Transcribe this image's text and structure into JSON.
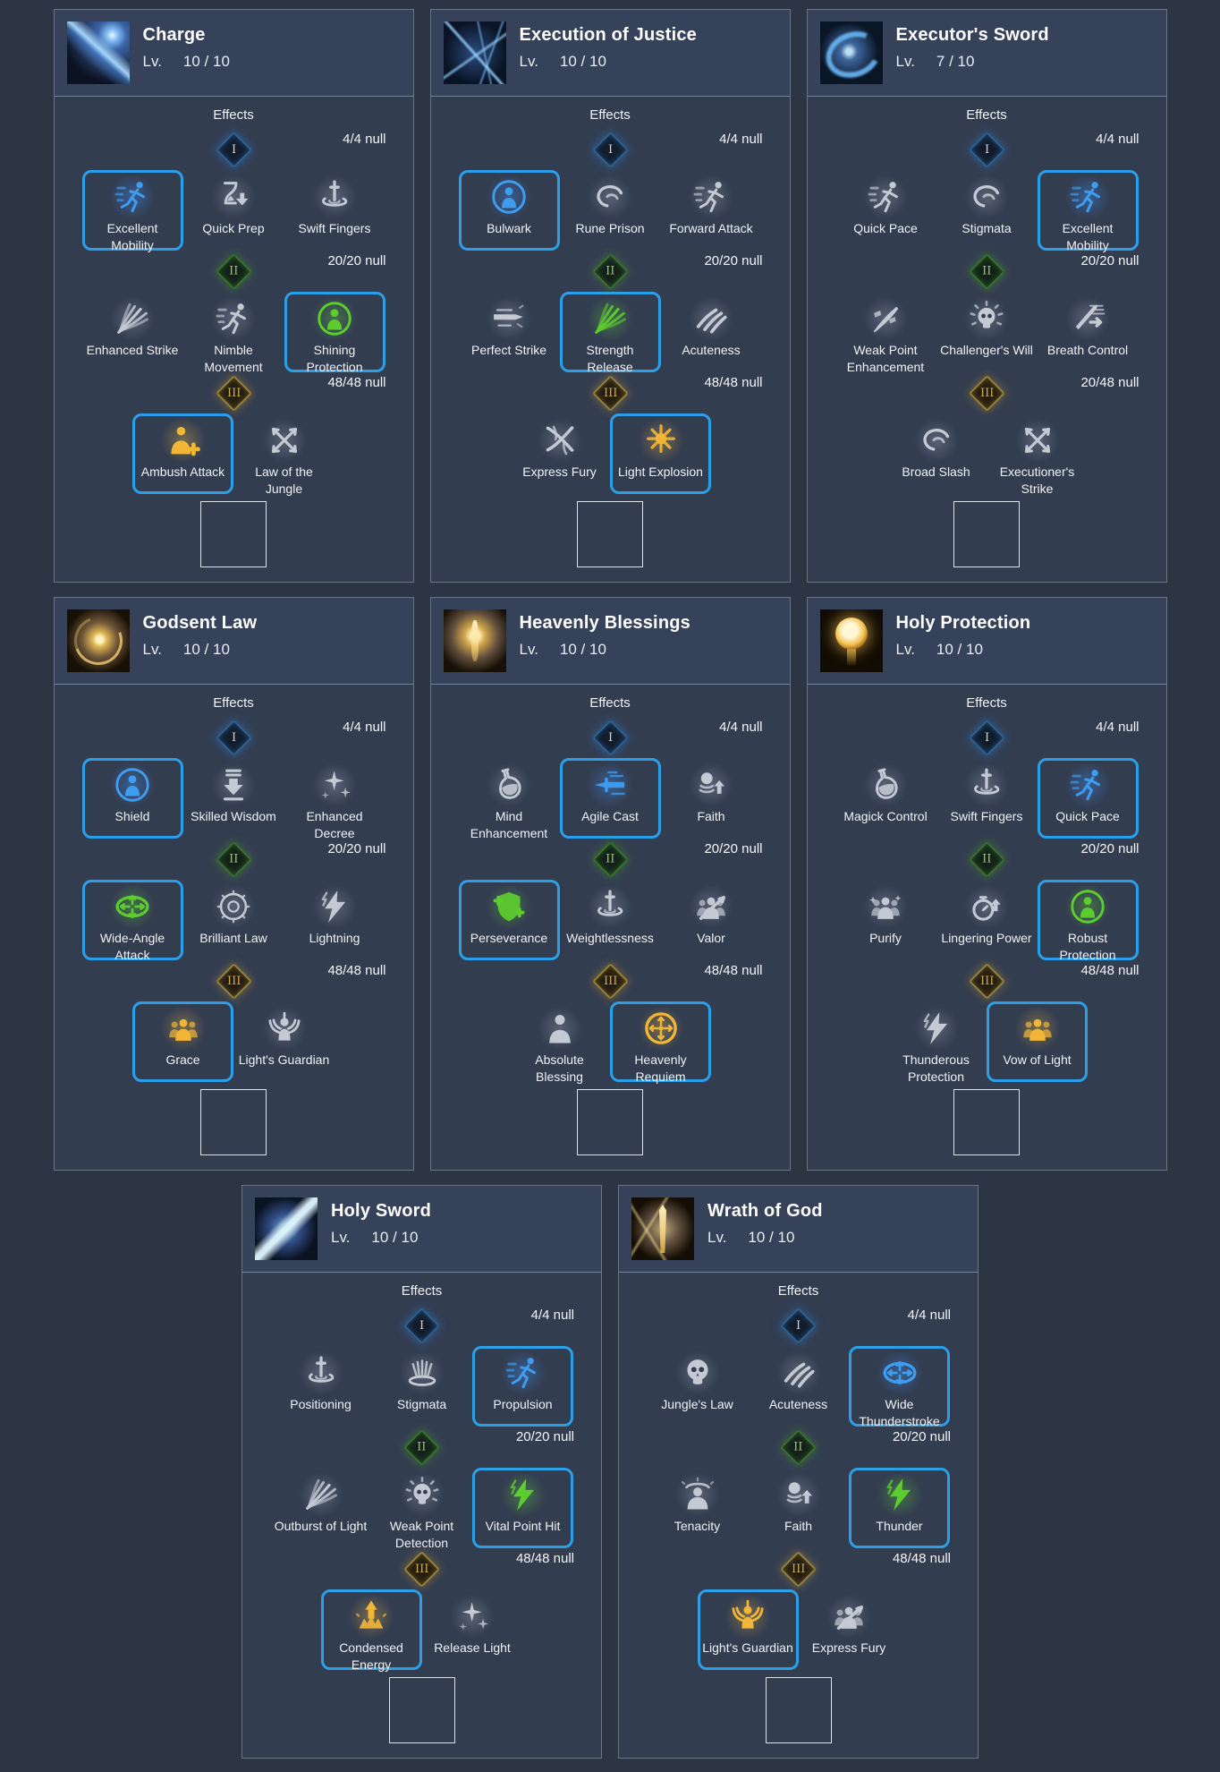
{
  "ui": {
    "effects_label": "Effects",
    "level_prefix": "Lv."
  },
  "colors": {
    "page_background": "#2c3544",
    "panel_background": "#333d50",
    "panel_header_background": "#36415a",
    "selected_border": "#2ba0e8",
    "icon_gray": "#c3cad3",
    "icon_blue": "#3f9df0",
    "icon_green": "#5ccc2e",
    "icon_gold": "#f2b637",
    "tier_1_border": "#2d608f",
    "tier_2_border": "#35702c",
    "tier_3_border": "#93803a"
  },
  "panels": [
    {
      "title": "Charge",
      "level": "10 / 10",
      "art": "blue-comet",
      "tiers": [
        {
          "numeral": "I",
          "color": "blue",
          "count": "4/4 null",
          "effects": [
            {
              "label": "Excellent Mobility",
              "icon": "runner",
              "color": "blue",
              "selected": true
            },
            {
              "label": "Quick Prep",
              "icon": "hourglass-down",
              "color": "gray",
              "selected": false
            },
            {
              "label": "Swift Fingers",
              "icon": "sword-swirl",
              "color": "gray",
              "selected": false
            }
          ]
        },
        {
          "numeral": "II",
          "color": "green",
          "count": "20/20 null",
          "effects": [
            {
              "label": "Enhanced Strike",
              "icon": "burst-lines",
              "color": "gray",
              "selected": false
            },
            {
              "label": "Nimble Movement",
              "icon": "runner",
              "color": "gray",
              "selected": false
            },
            {
              "label": "Shining Protection",
              "icon": "person-circle",
              "color": "green",
              "selected": true
            }
          ]
        },
        {
          "numeral": "III",
          "color": "gold",
          "count": "48/48 null",
          "effects": [
            {
              "label": "Ambush Attack",
              "icon": "person-plus",
              "color": "gold",
              "selected": true
            },
            {
              "label": "Law of the Jungle",
              "icon": "cross-arrows",
              "color": "gray",
              "selected": false
            }
          ]
        }
      ]
    },
    {
      "title": "Execution of Justice",
      "level": "10 / 10",
      "art": "blue-web",
      "tiers": [
        {
          "numeral": "I",
          "color": "blue",
          "count": "4/4 null",
          "effects": [
            {
              "label": "Bulwark",
              "icon": "person-circle",
              "color": "blue",
              "selected": true
            },
            {
              "label": "Rune Prison",
              "icon": "swirl",
              "color": "gray",
              "selected": false
            },
            {
              "label": "Forward Attack",
              "icon": "runner",
              "color": "gray",
              "selected": false
            }
          ]
        },
        {
          "numeral": "II",
          "color": "green",
          "count": "20/20 null",
          "effects": [
            {
              "label": "Perfect Strike",
              "icon": "sword-lines",
              "color": "gray",
              "selected": false
            },
            {
              "label": "Strength Release",
              "icon": "burst-lines",
              "color": "green",
              "selected": true
            },
            {
              "label": "Acuteness",
              "icon": "claws",
              "color": "gray",
              "selected": false
            }
          ]
        },
        {
          "numeral": "III",
          "color": "gold",
          "count": "48/48 null",
          "effects": [
            {
              "label": "Express Fury",
              "icon": "cross-swirl",
              "color": "gray",
              "selected": false
            },
            {
              "label": "Light Explosion",
              "icon": "burst",
              "color": "gold",
              "selected": true
            }
          ]
        }
      ]
    },
    {
      "title": "Executor's Sword",
      "level": "7 / 10",
      "art": "blue-ring",
      "tiers": [
        {
          "numeral": "I",
          "color": "blue",
          "count": "4/4 null",
          "effects": [
            {
              "label": "Quick Pace",
              "icon": "runner",
              "color": "gray",
              "selected": false
            },
            {
              "label": "Stigmata",
              "icon": "swirl",
              "color": "gray",
              "selected": false
            },
            {
              "label": "Excellent Mobility",
              "icon": "runner",
              "color": "blue",
              "selected": true
            }
          ]
        },
        {
          "numeral": "II",
          "color": "green",
          "count": "20/20 null",
          "effects": [
            {
              "label": "Weak Point Enhancement",
              "icon": "sword-gem",
              "color": "gray",
              "selected": false
            },
            {
              "label": "Challenger's Will",
              "icon": "skull-rays",
              "color": "gray",
              "selected": false
            },
            {
              "label": "Breath Control",
              "icon": "sword-arrow-lines",
              "color": "gray",
              "selected": false
            }
          ]
        },
        {
          "numeral": "III",
          "color": "gold",
          "count": "20/48 null",
          "effects": [
            {
              "label": "Broad Slash",
              "icon": "swirl",
              "color": "gray",
              "selected": false
            },
            {
              "label": "Executioner's Strike",
              "icon": "cross-arrows",
              "color": "gray",
              "selected": false
            }
          ]
        }
      ]
    },
    {
      "title": "Godsent Law",
      "level": "10 / 10",
      "art": "gold-swirl",
      "tiers": [
        {
          "numeral": "I",
          "color": "blue",
          "count": "4/4 null",
          "effects": [
            {
              "label": "Shield",
              "icon": "person-circle",
              "color": "blue",
              "selected": true
            },
            {
              "label": "Skilled Wisdom",
              "icon": "arrow-down-stack",
              "color": "gray",
              "selected": false
            },
            {
              "label": "Enhanced Decree",
              "icon": "sparkles",
              "color": "gray",
              "selected": false
            }
          ]
        },
        {
          "numeral": "II",
          "color": "green",
          "count": "20/20 null",
          "effects": [
            {
              "label": "Wide-Angle Attack",
              "icon": "oval-arrows",
              "color": "green",
              "selected": true
            },
            {
              "label": "Brilliant Law",
              "icon": "rune-circle",
              "color": "gray",
              "selected": false
            },
            {
              "label": "Lightning",
              "icon": "lightning",
              "color": "gray",
              "selected": false
            }
          ]
        },
        {
          "numeral": "III",
          "color": "gold",
          "count": "48/48 null",
          "effects": [
            {
              "label": "Grace",
              "icon": "person-group",
              "color": "gold",
              "selected": true
            },
            {
              "label": "Light's Guardian",
              "icon": "wing-helm",
              "color": "gray",
              "selected": false
            }
          ]
        }
      ]
    },
    {
      "title": "Heavenly Blessings",
      "level": "10 / 10",
      "art": "gold-angel",
      "tiers": [
        {
          "numeral": "I",
          "color": "blue",
          "count": "4/4 null",
          "effects": [
            {
              "label": "Mind Enhancement",
              "icon": "flask",
              "color": "gray",
              "selected": false
            },
            {
              "label": "Agile Cast",
              "icon": "sword-dash",
              "color": "blue",
              "selected": true
            },
            {
              "label": "Faith",
              "icon": "orb-up",
              "color": "gray",
              "selected": false
            }
          ]
        },
        {
          "numeral": "II",
          "color": "green",
          "count": "20/20 null",
          "effects": [
            {
              "label": "Perseverance",
              "icon": "shield-plus",
              "color": "green",
              "selected": true
            },
            {
              "label": "Weightlessness",
              "icon": "sword-swirl",
              "color": "gray",
              "selected": false
            },
            {
              "label": "Valor",
              "icon": "group-sword",
              "color": "gray",
              "selected": false
            }
          ]
        },
        {
          "numeral": "III",
          "color": "gold",
          "count": "48/48 null",
          "effects": [
            {
              "label": "Absolute Blessing",
              "icon": "person",
              "color": "gray",
              "selected": false
            },
            {
              "label": "Heavenly Requiem",
              "icon": "circle-arrows",
              "color": "gold",
              "selected": true
            }
          ]
        }
      ]
    },
    {
      "title": "Holy Protection",
      "level": "10 / 10",
      "art": "gold-orb",
      "tiers": [
        {
          "numeral": "I",
          "color": "blue",
          "count": "4/4 null",
          "effects": [
            {
              "label": "Magick Control",
              "icon": "flask",
              "color": "gray",
              "selected": false
            },
            {
              "label": "Swift Fingers",
              "icon": "sword-swirl",
              "color": "gray",
              "selected": false
            },
            {
              "label": "Quick Pace",
              "icon": "runner",
              "color": "blue",
              "selected": true
            }
          ]
        },
        {
          "numeral": "II",
          "color": "green",
          "count": "20/20 null",
          "effects": [
            {
              "label": "Purify",
              "icon": "group-sparkle",
              "color": "gray",
              "selected": false
            },
            {
              "label": "Lingering Power",
              "icon": "stopwatch-up",
              "color": "gray",
              "selected": false
            },
            {
              "label": "Robust Protection",
              "icon": "person-circle",
              "color": "green",
              "selected": true
            }
          ]
        },
        {
          "numeral": "III",
          "color": "gold",
          "count": "48/48 null",
          "effects": [
            {
              "label": "Thunderous Protection",
              "icon": "lightning",
              "color": "gray",
              "selected": false
            },
            {
              "label": "Vow of Light",
              "icon": "person-group",
              "color": "gold",
              "selected": true
            }
          ]
        }
      ]
    },
    {
      "title": "Holy Sword",
      "level": "10 / 10",
      "art": "blue-sword",
      "tiers": [
        {
          "numeral": "I",
          "color": "blue",
          "count": "4/4 null",
          "effects": [
            {
              "label": "Positioning",
              "icon": "sword-swirl",
              "color": "gray",
              "selected": false
            },
            {
              "label": "Stigmata",
              "icon": "splash",
              "color": "gray",
              "selected": false
            },
            {
              "label": "Propulsion",
              "icon": "runner",
              "color": "blue",
              "selected": true
            }
          ]
        },
        {
          "numeral": "II",
          "color": "green",
          "count": "20/20 null",
          "effects": [
            {
              "label": "Outburst of Light",
              "icon": "burst-lines",
              "color": "gray",
              "selected": false
            },
            {
              "label": "Weak Point Detection",
              "icon": "skull-rays",
              "color": "gray",
              "selected": false
            },
            {
              "label": "Vital Point Hit",
              "icon": "lightning",
              "color": "green",
              "selected": true
            }
          ]
        },
        {
          "numeral": "III",
          "color": "gold",
          "count": "48/48 null",
          "effects": [
            {
              "label": "Condensed Energy",
              "icon": "arrow-up-burst",
              "color": "gold",
              "selected": true
            },
            {
              "label": "Release Light",
              "icon": "sparkles",
              "color": "gray",
              "selected": false
            }
          ]
        }
      ]
    },
    {
      "title": "Wrath of God",
      "level": "10 / 10",
      "art": "gold-bolt",
      "tiers": [
        {
          "numeral": "I",
          "color": "blue",
          "count": "4/4 null",
          "effects": [
            {
              "label": "Jungle's Law",
              "icon": "skull",
              "color": "gray",
              "selected": false
            },
            {
              "label": "Acuteness",
              "icon": "claws",
              "color": "gray",
              "selected": false
            },
            {
              "label": "Wide Thunderstroke",
              "icon": "oval-arrows",
              "color": "blue",
              "selected": true
            }
          ]
        },
        {
          "numeral": "II",
          "color": "green",
          "count": "20/20 null",
          "effects": [
            {
              "label": "Tenacity",
              "icon": "person-halo",
              "color": "gray",
              "selected": false
            },
            {
              "label": "Faith",
              "icon": "orb-up",
              "color": "gray",
              "selected": false
            },
            {
              "label": "Thunder",
              "icon": "lightning",
              "color": "green",
              "selected": true
            }
          ]
        },
        {
          "numeral": "III",
          "color": "gold",
          "count": "48/48 null",
          "effects": [
            {
              "label": "Light's Guardian",
              "icon": "wing-helm",
              "color": "gold",
              "selected": true
            },
            {
              "label": "Express Fury",
              "icon": "group-sword",
              "color": "gray",
              "selected": false
            }
          ]
        }
      ]
    }
  ]
}
